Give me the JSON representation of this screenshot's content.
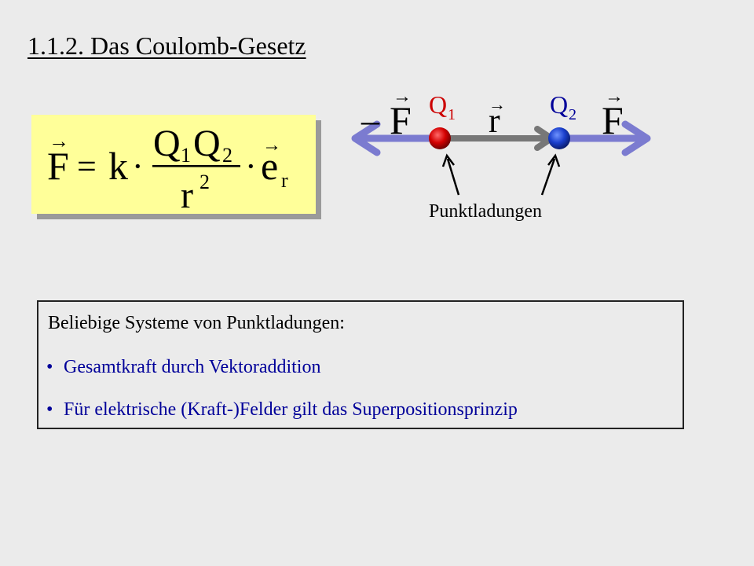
{
  "title": "1.1.2. Das Coulomb-Gesetz",
  "formula": {
    "lhs": "F",
    "equals": "=",
    "constant": "k",
    "dot": "·",
    "numerator_q1": "Q",
    "numerator_q1_sub": "1",
    "numerator_q2": "Q",
    "numerator_q2_sub": "2",
    "denominator_r": "r",
    "denominator_exp": "2",
    "unit_vector": "e",
    "unit_vector_sub": "r",
    "vector_arrow": "→"
  },
  "diagram": {
    "minus_force_sign": "–",
    "force_symbol": "F",
    "q1_label": "Q",
    "q1_sub": "1",
    "q2_label": "Q",
    "q2_sub": "2",
    "r_label": "r",
    "vector_arrow": "→",
    "caption": "Punktladungen",
    "colors": {
      "force_arrow": "#7b7bd0",
      "r_arrow": "#777777",
      "q1_color": "#cc0000",
      "q2_color": "#1a3fcc",
      "label_red": "#cc0000",
      "label_blue": "#000099"
    }
  },
  "info": {
    "heading": "Beliebige Systeme von Punktladungen:",
    "bullet_symbol": "•",
    "bullets": [
      "Gesamtkraft durch Vektoraddition",
      "Für elektrische (Kraft-)Felder gilt das Superpositionsprinzip"
    ]
  }
}
